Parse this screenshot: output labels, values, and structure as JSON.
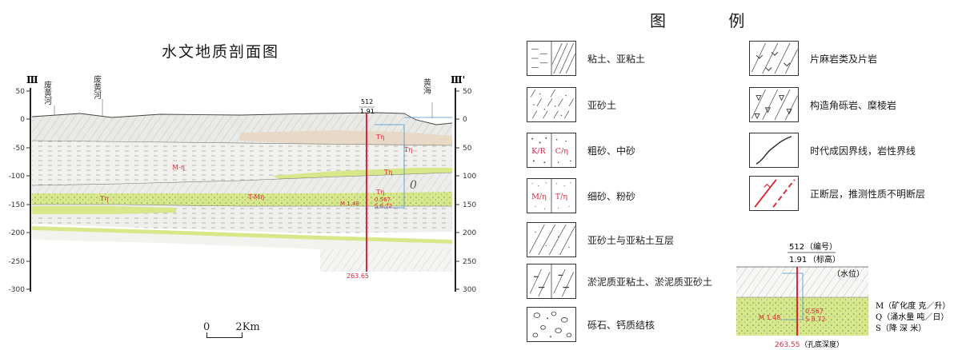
{
  "section": {
    "title": "水文地质剖面图",
    "left_end_label": "Ⅲ",
    "right_end_label": "Ⅲ'",
    "y_ticks_left": [
      "50",
      "0",
      "-50",
      "-100",
      "-150",
      "-200",
      "-250",
      "-300"
    ],
    "y_ticks_right": [
      "50",
      "0",
      "50",
      "100",
      "150",
      "200",
      "250",
      "300"
    ],
    "place_labels": [
      "废黄河",
      "废黄河",
      "黄海"
    ],
    "well_top": "512",
    "well_bottom": "1.91",
    "well_depth": "263.65",
    "well_m": "M 1.48",
    "well_q": "0.567",
    "well_s": "S 8.72",
    "layer_codes": [
      "Tη",
      "Tη",
      "M-η",
      "Tη",
      "Tη",
      "T-Mη",
      "Tη"
    ],
    "scale_start": "0",
    "scale_end": "2Km"
  },
  "legend": {
    "title": "图 例",
    "items": [
      {
        "label": "粘土、亚粘土"
      },
      {
        "label": "亚砂土"
      },
      {
        "label": "粗砂、中砂",
        "glyph_a": "Κ/R",
        "glyph_b": "C/η"
      },
      {
        "label": "细砂、粉砂",
        "glyph_a": "M/η",
        "glyph_b": "T/η"
      },
      {
        "label": "亚砂土与亚粘土互层"
      },
      {
        "label": "淤泥质亚粘土、淤泥质亚砂土"
      },
      {
        "label": "砾石、钙质结核"
      },
      {
        "label": "片麻岩类及片岩"
      },
      {
        "label": "构造角砾岩、糜棱岩"
      },
      {
        "label": "时代成因界线，岩性界线"
      },
      {
        "label": "正断层，推测性质不明断层"
      }
    ]
  },
  "example_well": {
    "top_number": "512",
    "top_note": "（编号）",
    "bottom_number": "1.91",
    "bottom_note": "（标高）",
    "water_note": "（水位）",
    "m_value": "M 1.48",
    "q_value": "0.567",
    "s_value": "S 8.72",
    "m_label": "M（矿化度 克／升）",
    "q_label": "Q（涌水量 吨／日）",
    "s_label": "S（降 深 米）",
    "depth_value": "263.55",
    "depth_note": "（孔底深度）"
  },
  "colors": {
    "green_layer": "#d6e88a",
    "tan_layer": "#e8d8c6",
    "grey_layer": "#e9e9e6",
    "fault_red": "#d9283a",
    "water_blue": "#4a90c8"
  }
}
